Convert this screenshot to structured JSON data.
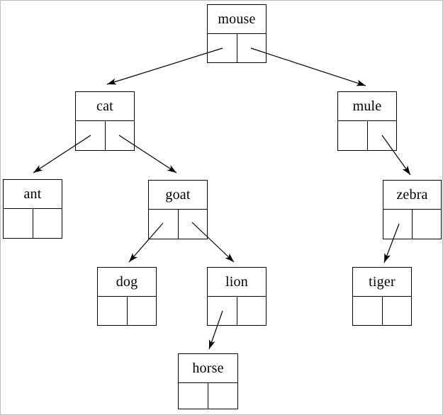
{
  "tree": {
    "kind": "binary-search-tree",
    "root": "mouse",
    "nodes": {
      "mouse": {
        "label": "mouse",
        "left_child": "cat",
        "right_child": "mule"
      },
      "cat": {
        "label": "cat",
        "left_child": "ant",
        "right_child": "goat"
      },
      "mule": {
        "label": "mule",
        "left_child": null,
        "right_child": "zebra"
      },
      "ant": {
        "label": "ant",
        "left_child": null,
        "right_child": null
      },
      "goat": {
        "label": "goat",
        "left_child": "dog",
        "right_child": "lion"
      },
      "zebra": {
        "label": "zebra",
        "left_child": "tiger",
        "right_child": null
      },
      "dog": {
        "label": "dog",
        "left_child": null,
        "right_child": null
      },
      "lion": {
        "label": "lion",
        "left_child": "horse",
        "right_child": null
      },
      "tiger": {
        "label": "tiger",
        "left_child": null,
        "right_child": null
      },
      "horse": {
        "label": "horse",
        "left_child": null,
        "right_child": null
      }
    },
    "edges": [
      {
        "from": "mouse",
        "pointer": "left",
        "to": "cat"
      },
      {
        "from": "mouse",
        "pointer": "right",
        "to": "mule"
      },
      {
        "from": "cat",
        "pointer": "left",
        "to": "ant"
      },
      {
        "from": "cat",
        "pointer": "right",
        "to": "goat"
      },
      {
        "from": "mule",
        "pointer": "right",
        "to": "zebra"
      },
      {
        "from": "goat",
        "pointer": "left",
        "to": "dog"
      },
      {
        "from": "goat",
        "pointer": "right",
        "to": "lion"
      },
      {
        "from": "zebra",
        "pointer": "left",
        "to": "tiger"
      },
      {
        "from": "lion",
        "pointer": "left",
        "to": "horse"
      }
    ],
    "colors": {
      "line": "#000000",
      "background": "#ffffff",
      "frame_border": "#bdbdbd"
    }
  }
}
